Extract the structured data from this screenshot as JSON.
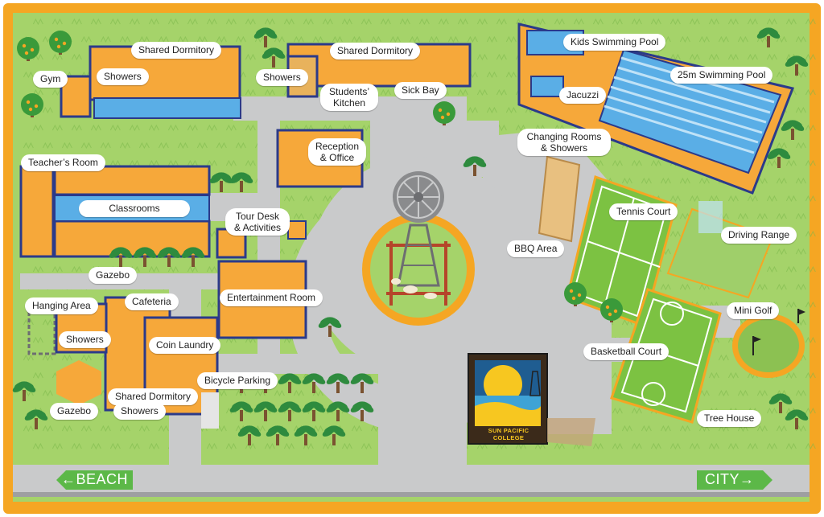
{
  "map": {
    "labels": {
      "shared_dormitory_1": "Shared Dormitory",
      "shared_dormitory_2": "Shared Dormitory",
      "shared_dormitory_3": "Shared Dormitory",
      "gym": "Gym",
      "showers_1": "Showers",
      "showers_2": "Showers",
      "showers_3": "Showers",
      "showers_4": "Showers",
      "students_kitchen": "Students’ Kitchen",
      "sick_bay": "Sick Bay",
      "reception": "Reception & Office",
      "teachers_room": "Teacher’s Room",
      "classrooms": "Classrooms",
      "tour_desk": "Tour Desk & Activities",
      "gazebo_1": "Gazebo",
      "gazebo_2": "Gazebo",
      "hanging_area": "Hanging Area",
      "cafeteria": "Cafeteria",
      "entertainment_room": "Entertainment Room",
      "coin_laundry": "Coin Laundry",
      "bicycle_parking": "Bicycle Parking",
      "kids_pool": "Kids Swimming Pool",
      "pool_25m": "25m Swimming Pool",
      "jacuzzi": "Jacuzzi",
      "changing_rooms": "Changing Rooms & Showers",
      "bbq_area": "BBQ Area",
      "tennis_court": "Tennis Court",
      "driving_range": "Driving Range",
      "mini_golf": "Mini Golf",
      "basketball_court": "Basketball Court",
      "tree_house": "Tree House"
    },
    "signs": {
      "beach": "←BEACH",
      "city": "CITY→"
    },
    "logo": {
      "name": "SUN PACIFIC COLLEGE"
    }
  },
  "colors": {
    "frame": "#f5a623",
    "grass": "#a5d36a",
    "path": "#c9cacb",
    "building": "#f6a83a",
    "building_outline": "#2b3a8a",
    "pool": "#5aaee6",
    "court": "#7cc242",
    "sign": "#5cb848"
  }
}
